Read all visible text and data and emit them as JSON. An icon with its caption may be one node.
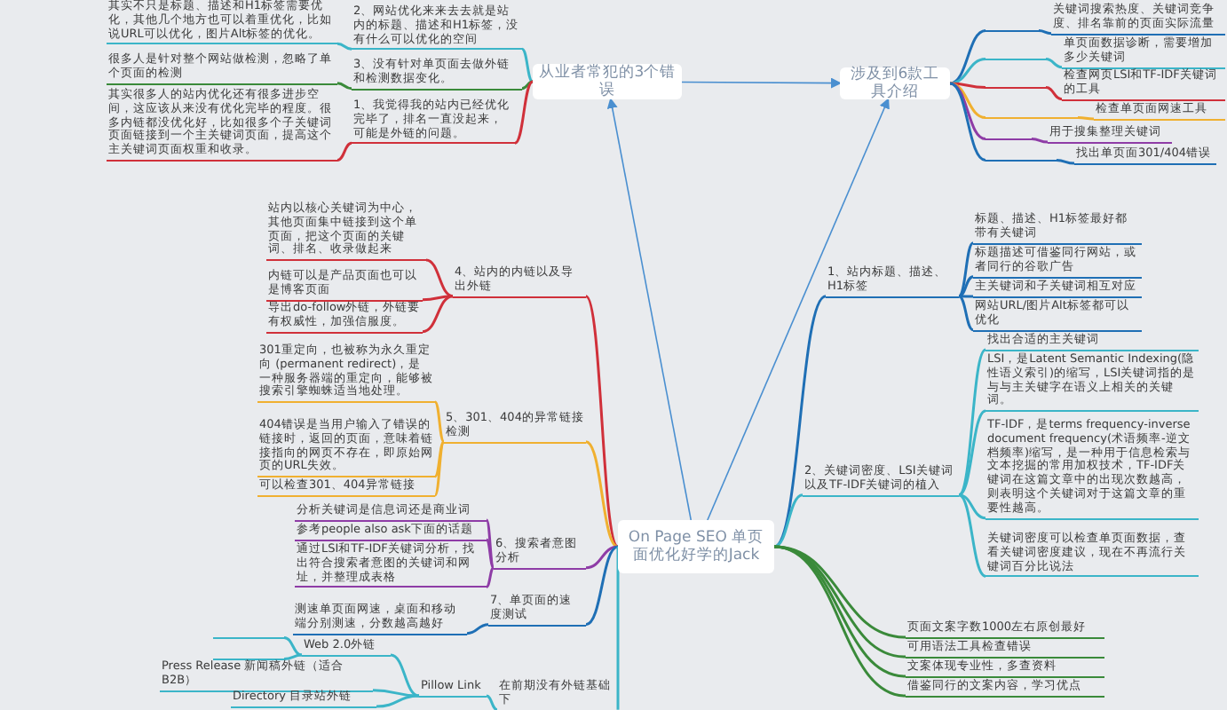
{
  "diagram": {
    "nodes": [
      {
        "text": [
          "On Page SEO 单页面优化好学的Jack"
        ]
      },
      {
        "text": [
          "从业者常犯的3个错误"
        ]
      },
      {
        "text": [
          "2、网站优化来来去去就是站内的标题、描述和H1标签，没有什么可以优化的空间"
        ]
      },
      {
        "text": [
          "其实不只是标题、描述和H1标签需要优化，其他几个地方也可以着重优化，比如说URL可以优化，图片Alt标签的优化。"
        ]
      },
      {
        "text": [
          "3、没有针对单页面去做外链和检测数据变化。"
        ]
      },
      {
        "text": [
          "很多人是针对整个网站做检测，忽略了单个页面的检测"
        ]
      },
      {
        "text": [
          "1、我觉得我的站内已经优化完毕了，排名一直没起来，可能是外链的问题。"
        ]
      },
      {
        "text": [
          "其实很多人的站内优化还有很多进步空间，这应该从来没有优化完毕的程度。很多内链都没优化好，比如很多个子关键词页面链接到一个主关键词页面，提高这个主关键词页面权重和收录。"
        ]
      },
      {
        "text": [
          "涉及到6款工具介绍"
        ]
      },
      {
        "text": [],
        "shape": "bar"
      },
      {
        "text": [
          "关键词搜索热度、关键词竞争度、排名靠前的页面实际流量"
        ]
      },
      {
        "text": [],
        "shape": "bar"
      },
      {
        "text": [
          "单页面数据诊断，需要增加多少关键词"
        ]
      },
      {
        "text": [],
        "shape": "bar"
      },
      {
        "text": [
          "检查网页LSI和TF-IDF关键词的工具"
        ]
      },
      {
        "text": [],
        "shape": "bar"
      },
      {
        "text": [
          "检查单页面网速工具"
        ]
      },
      {
        "text": [],
        "shape": "bar"
      },
      {
        "text": [
          "用于搜集整理关键词"
        ]
      },
      {
        "text": [],
        "shape": "bar"
      },
      {
        "text": [
          "找出单页面301/404错误"
        ]
      },
      {
        "text": [
          "1、站内标题、描述、H1标签"
        ]
      },
      {
        "text": [
          "标题、描述、H1标签最好都带有关键词"
        ]
      },
      {
        "text": [
          "标题描述可借鉴同行网站，或者同行的谷歌广告"
        ]
      },
      {
        "text": [
          "主关键词和子关键词相互对应"
        ]
      },
      {
        "text": [
          "网站URL/图片Alt标签都可以优化"
        ]
      },
      {
        "text": [
          "2、关键词密度、LSI关键词以及TF-IDF关键词的植入"
        ]
      },
      {
        "text": [
          "找出合适的主关键词"
        ]
      },
      {
        "text": [
          "LSI，是Latent Semantic Indexing(隐性语义索引)的缩写，LSI关键词指的是与与主关键字在语义上相关的关键词。"
        ]
      },
      {
        "text": [
          "TF-IDF，是terms frequency-inverse document frequency(术语频率-逆文档频率)缩写，是一种用于信息检索与文本挖掘的常用加权技术，TF-IDF关键词在这篇文章中的出现次数越高，则表明这个关键词对于这篇文章的重要性越高。"
        ]
      },
      {
        "text": [
          "关键词密度可以检查单页面数据，查看关键词密度建议，现在不再流行关键词百分比说法"
        ]
      },
      {
        "text": [
          "4、站内的内链以及导出外链"
        ]
      },
      {
        "text": [
          "站内以核心关键词为中心，其他页面集中链接到这个单页面，把这个页面的关键词、排名、收录做起来"
        ]
      },
      {
        "text": [
          "内链可以是产品页面也可以是博客页面"
        ]
      },
      {
        "text": [
          "导出do-follow外链，外链要有权威性，加强信服度。"
        ]
      },
      {
        "text": [
          "5、301、404的异常链接检测"
        ]
      },
      {
        "text": [
          "301重定向，也被称为永久重定向 (permanent redirect)，是一种服务器端的重定向，能够被搜索引擎蜘蛛适当地处理。"
        ]
      },
      {
        "text": [
          "404错误是当用户输入了错误的链接时，返回的页面，意味着链接指向的网页不存在，即原始网页的URL失效。"
        ]
      },
      {
        "text": [
          "可以检查301、404异常链接"
        ]
      },
      {
        "text": [
          "6、搜索者意图分析"
        ]
      },
      {
        "text": [
          "分析关键词是信息词还是商业词"
        ]
      },
      {
        "text": [
          "参考people also ask下面的话题"
        ]
      },
      {
        "text": [
          "通过LSI和TF-IDF关键词分析，找出符合搜索者意图的关键词和网址，并整理成表格"
        ]
      },
      {
        "text": [
          "7、单页面的速度测试"
        ]
      },
      {
        "text": [
          "测速单页面网速，桌面和移动端分别测速，分数越高越好"
        ]
      },
      {
        "text": [
          "页面文案字数1000左右原创最好"
        ]
      },
      {
        "text": [
          "可用语法工具检查错误"
        ]
      },
      {
        "text": [
          "文案体现专业性，多查资料"
        ]
      },
      {
        "text": [
          "借鉴同行的文案内容，学习优点"
        ]
      },
      {
        "text": [
          "在前期没有外链基础下"
        ]
      },
      {
        "text": [
          "Pillow Link"
        ]
      },
      {
        "text": [
          "Web 2.0外链"
        ]
      },
      {
        "text": [],
        "shape": "bar"
      },
      {
        "text": [],
        "shape": "bar"
      },
      {
        "text": [
          "Press Release 新闻稿外链（适合 B2B）"
        ]
      },
      {
        "text": [
          "Directory 目录站外链"
        ]
      }
    ],
    "edges": [
      {
        "from": 0,
        "to": 1,
        "arrow": "to",
        "color": "#4a8fd0"
      },
      {
        "from": 0,
        "to": 8,
        "arrow": "to",
        "color": "#4a8fd0"
      },
      {
        "from": 1,
        "to": 8,
        "arrow": "to",
        "color": "#4a8fd0"
      },
      {
        "from": 1,
        "to": 2,
        "arrow": "none",
        "color": "#3bb5c8"
      },
      {
        "from": 2,
        "to": 3,
        "arrow": "none",
        "color": "#3bb5c8"
      },
      {
        "from": 1,
        "to": 4,
        "arrow": "none",
        "color": "#3a8a3a"
      },
      {
        "from": 4,
        "to": 5,
        "arrow": "none",
        "color": "#3a8a3a"
      },
      {
        "from": 1,
        "to": 6,
        "arrow": "none",
        "color": "#d0303a"
      },
      {
        "from": 6,
        "to": 7,
        "arrow": "none",
        "color": "#d0303a"
      },
      {
        "from": 8,
        "to": 9,
        "arrow": "none",
        "color": "#1f6fb5"
      },
      {
        "from": 9,
        "to": 10,
        "arrow": "none",
        "color": "#1f6fb5"
      },
      {
        "from": 8,
        "to": 11,
        "arrow": "none",
        "color": "#3bb5c8"
      },
      {
        "from": 11,
        "to": 12,
        "arrow": "none",
        "color": "#3bb5c8"
      },
      {
        "from": 8,
        "to": 13,
        "arrow": "none",
        "color": "#d0303a"
      },
      {
        "from": 13,
        "to": 14,
        "arrow": "none",
        "color": "#d0303a"
      },
      {
        "from": 8,
        "to": 15,
        "arrow": "none",
        "color": "#f0b030"
      },
      {
        "from": 15,
        "to": 16,
        "arrow": "none",
        "color": "#f0b030"
      },
      {
        "from": 8,
        "to": 17,
        "arrow": "none",
        "color": "#8e3ca6"
      },
      {
        "from": 17,
        "to": 18,
        "arrow": "none",
        "color": "#8e3ca6"
      },
      {
        "from": 8,
        "to": 19,
        "arrow": "none",
        "color": "#1f6fb5"
      },
      {
        "from": 19,
        "to": 20,
        "arrow": "none",
        "color": "#1f6fb5"
      },
      {
        "from": 0,
        "to": 21,
        "arrow": "none",
        "color": "#1f6fb5"
      },
      {
        "from": 21,
        "to": 22,
        "arrow": "none",
        "color": "#1f6fb5"
      },
      {
        "from": 21,
        "to": 23,
        "arrow": "none",
        "color": "#1f6fb5"
      },
      {
        "from": 21,
        "to": 24,
        "arrow": "none",
        "color": "#1f6fb5"
      },
      {
        "from": 21,
        "to": 25,
        "arrow": "none",
        "color": "#1f6fb5"
      },
      {
        "from": 0,
        "to": 26,
        "arrow": "none",
        "color": "#3bb5c8"
      },
      {
        "from": 26,
        "to": 27,
        "arrow": "none",
        "color": "#3bb5c8"
      },
      {
        "from": 26,
        "to": 28,
        "arrow": "none",
        "color": "#3bb5c8"
      },
      {
        "from": 26,
        "to": 29,
        "arrow": "none",
        "color": "#3bb5c8"
      },
      {
        "from": 26,
        "to": 30,
        "arrow": "none",
        "color": "#3bb5c8"
      },
      {
        "from": 0,
        "to": 31,
        "arrow": "none",
        "color": "#d0303a"
      },
      {
        "from": 31,
        "to": 32,
        "arrow": "none",
        "color": "#d0303a"
      },
      {
        "from": 31,
        "to": 33,
        "arrow": "none",
        "color": "#d0303a"
      },
      {
        "from": 31,
        "to": 34,
        "arrow": "none",
        "color": "#d0303a"
      },
      {
        "from": 0,
        "to": 35,
        "arrow": "none",
        "color": "#f0b030"
      },
      {
        "from": 35,
        "to": 36,
        "arrow": "none",
        "color": "#f0b030"
      },
      {
        "from": 35,
        "to": 37,
        "arrow": "none",
        "color": "#f0b030"
      },
      {
        "from": 35,
        "to": 38,
        "arrow": "none",
        "color": "#f0b030"
      },
      {
        "from": 0,
        "to": 39,
        "arrow": "none",
        "color": "#8e3ca6"
      },
      {
        "from": 39,
        "to": 40,
        "arrow": "none",
        "color": "#8e3ca6"
      },
      {
        "from": 39,
        "to": 41,
        "arrow": "none",
        "color": "#8e3ca6"
      },
      {
        "from": 39,
        "to": 42,
        "arrow": "none",
        "color": "#8e3ca6"
      },
      {
        "from": 0,
        "to": 43,
        "arrow": "none",
        "color": "#1f6fb5"
      },
      {
        "from": 43,
        "to": 44,
        "arrow": "none",
        "color": "#1f6fb5"
      },
      {
        "from": 0,
        "to": 45,
        "arrow": "none",
        "color": "#3a8a3a"
      },
      {
        "from": 0,
        "to": 46,
        "arrow": "none",
        "color": "#3a8a3a"
      },
      {
        "from": 0,
        "to": 47,
        "arrow": "none",
        "color": "#3a8a3a"
      },
      {
        "from": 0,
        "to": 48,
        "arrow": "none",
        "color": "#3a8a3a"
      },
      {
        "from": 0,
        "to": 49,
        "arrow": "none",
        "color": "#3bb5c8"
      },
      {
        "from": 49,
        "to": 50,
        "arrow": "none",
        "color": "#3bb5c8"
      },
      {
        "from": 50,
        "to": 51,
        "arrow": "none",
        "color": "#3bb5c8"
      },
      {
        "from": 51,
        "to": 52,
        "arrow": "none",
        "color": "#3bb5c8"
      },
      {
        "from": 51,
        "to": 53,
        "arrow": "none",
        "color": "#3bb5c8"
      },
      {
        "from": 50,
        "to": 54,
        "arrow": "none",
        "color": "#3bb5c8"
      },
      {
        "from": 50,
        "to": 55,
        "arrow": "none",
        "color": "#3bb5c8"
      }
    ]
  }
}
